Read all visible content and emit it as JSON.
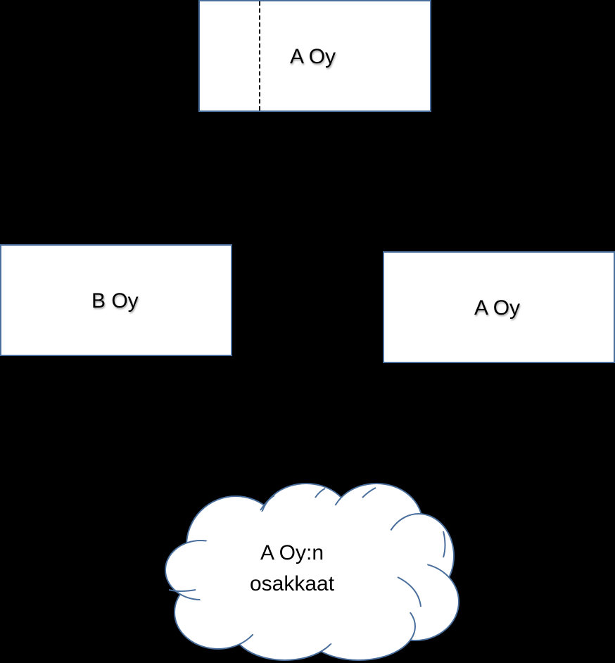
{
  "diagram": {
    "nodes": {
      "top": {
        "label": "A Oy"
      },
      "left": {
        "label": "B Oy"
      },
      "right": {
        "label": "A Oy"
      },
      "cloud": {
        "line1": "A Oy:n",
        "line2": "osakkaat"
      }
    },
    "colors": {
      "background": "#000000",
      "box_fill": "#ffffff",
      "box_border": "#4a6f9c",
      "text": "#000000"
    }
  }
}
